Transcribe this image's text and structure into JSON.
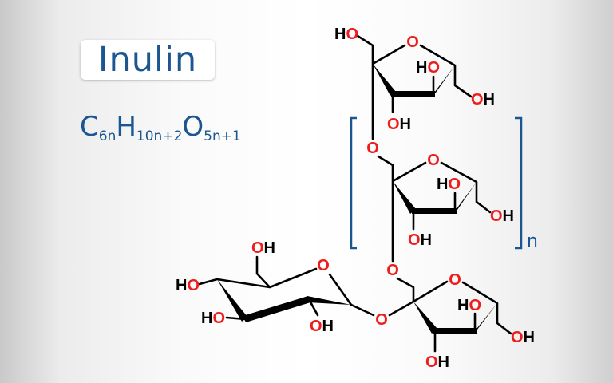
{
  "title": "Inulin",
  "formula": {
    "C": "C",
    "C_sub": "6n",
    "H": "H",
    "H_sub": "10n+2",
    "O": "O",
    "O_sub": "5n+1"
  },
  "atoms": {
    "H": "H",
    "O": "O"
  },
  "repeat_label": "n",
  "colors": {
    "brand": "#1b5690",
    "oxygen": "#ee1c1c",
    "bond": "#000000"
  }
}
